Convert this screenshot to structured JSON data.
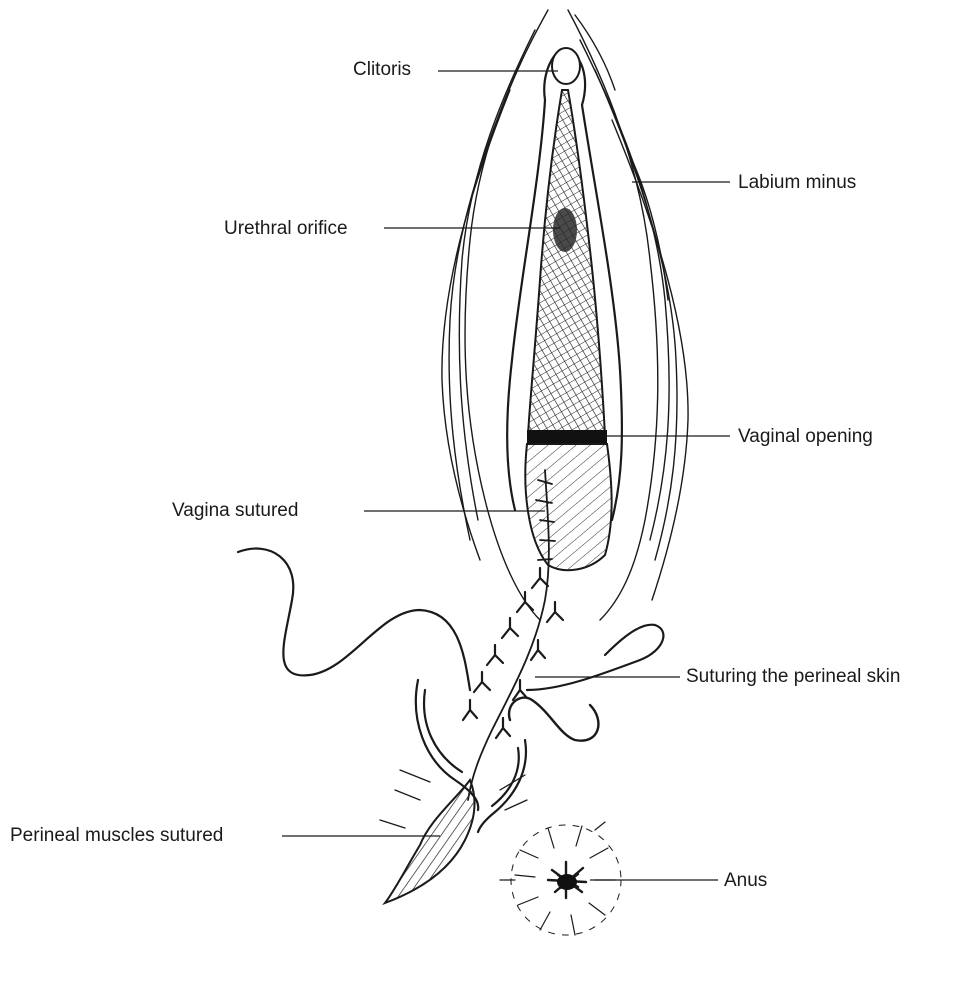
{
  "diagram": {
    "labels": {
      "clitoris": "Clitoris",
      "labium_minus": "Labium minus",
      "urethral_orifice": "Urethral orifice",
      "vaginal_opening": "Vaginal opening",
      "vagina_sutured": "Vagina sutured",
      "suturing_perineal_skin": "Suturing the perineal skin",
      "perineal_muscles_sutured": "Perineal muscles sutured",
      "anus": "Anus"
    },
    "ink_color": "#1a1a1a"
  }
}
